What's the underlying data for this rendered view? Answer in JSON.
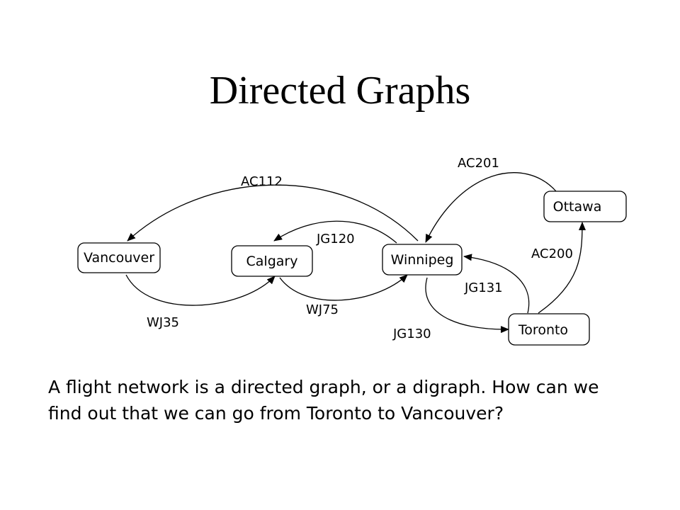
{
  "slide": {
    "title": "Directed Graphs",
    "caption_lines": [
      "A flight network is a directed graph, or a digraph. How can we",
      "find out that we can go from Toronto to Vancouver?"
    ]
  },
  "graph": {
    "nodes": [
      {
        "id": "vancouver",
        "label": "Vancouver"
      },
      {
        "id": "calgary",
        "label": "Calgary"
      },
      {
        "id": "winnipeg",
        "label": "Winnipeg"
      },
      {
        "id": "ottawa",
        "label": "Ottawa"
      },
      {
        "id": "toronto",
        "label": "Toronto"
      }
    ],
    "edges": [
      {
        "id": "ac112",
        "label": "AC112",
        "from": "winnipeg",
        "to": "vancouver"
      },
      {
        "id": "jg120",
        "label": "JG120",
        "from": "winnipeg",
        "to": "calgary"
      },
      {
        "id": "wj35",
        "label": "WJ35",
        "from": "vancouver",
        "to": "calgary"
      },
      {
        "id": "wj75",
        "label": "WJ75",
        "from": "calgary",
        "to": "winnipeg"
      },
      {
        "id": "ac201",
        "label": "AC201",
        "from": "ottawa",
        "to": "winnipeg"
      },
      {
        "id": "ac200",
        "label": "AC200",
        "from": "toronto",
        "to": "ottawa"
      },
      {
        "id": "jg131",
        "label": "JG131",
        "from": "toronto",
        "to": "winnipeg"
      },
      {
        "id": "jg130",
        "label": "JG130",
        "from": "winnipeg",
        "to": "toronto"
      }
    ]
  }
}
